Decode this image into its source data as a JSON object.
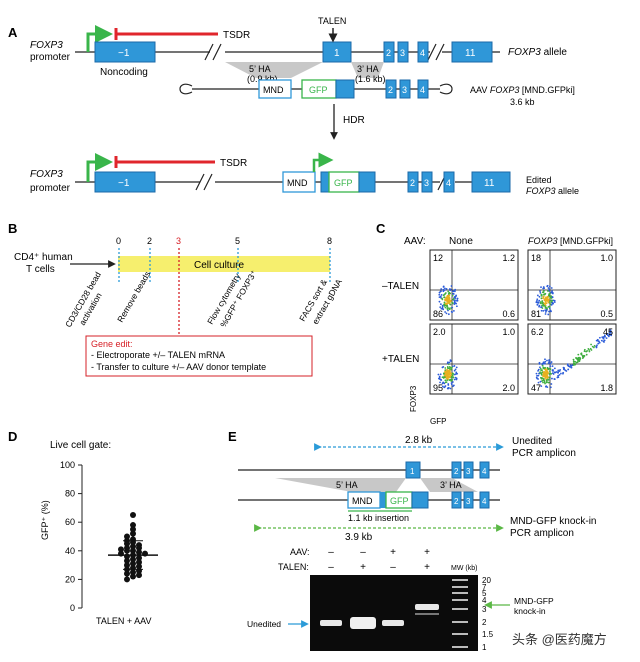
{
  "panels": {
    "a": "A",
    "b": "B",
    "c": "C",
    "d": "D",
    "e": "E"
  },
  "colors": {
    "exon": "#2f97d8",
    "exon_dark": "#1b6aa8",
    "tsdr": "#e0262c",
    "arrow": "#39b54a",
    "culture": "#f6ef6e",
    "red": "#d62027",
    "blue": "#2b9bd8",
    "green": "#5bb846",
    "gray": "#c8c8c8"
  },
  "panelA": {
    "foxp3": "FOXP3",
    "promoter": "promoter",
    "tsdr": "TSDR",
    "talen": "TALEN",
    "exon_minus1": "−1",
    "exon1": "1",
    "exon2": "2",
    "exon3": "3",
    "exon4": "4",
    "exon11": "11",
    "allele_gene": "FOXP3",
    "allele_word": " allele",
    "noncoding": "Noncoding",
    "ha5_label": "5’ HA",
    "ha5_size": "(0.9 kb)",
    "ha3_label": "3’ HA",
    "ha3_size": "(1.6 kb)",
    "mnd": "MND",
    "gfp": "GFP",
    "aav_prefix": "AAV ",
    "aav_gene": "FOXP3",
    "aav_suffix": " [MND.GFPki]",
    "aav_size": "3.6 kb",
    "hdr": "HDR",
    "edited_word": "Edited",
    "edited_gene": "FOXP3",
    "edited_allele": " allele"
  },
  "panelB": {
    "cd4_1": "CD4⁺ human",
    "cd4_2": "T cells",
    "culture": "Cell culture",
    "timepoints": [
      "0",
      "2",
      "3",
      "5",
      "8"
    ],
    "label0_1": "CD3/CD28 bead",
    "label0_2": "activation",
    "label2": "Remove beads",
    "label5_1": "Flow cytometry",
    "label5_2": "%GFP⁺ FOXP3⁺",
    "label8_1": "FACS sort &",
    "label8_2": "extract gDNA",
    "gene_edit": "Gene edit:",
    "step1": "- Electroporate +/– TALEN mRNA",
    "step2": "- Transfer to culture +/– AAV donor template"
  },
  "panelC": {
    "aav": "AAV:",
    "none": "None",
    "donor_gene": "FOXP3",
    "donor_suffix": " [MND.GFPki]",
    "row1": "–TALEN",
    "row2": "+TALEN",
    "ylabel": "FOXP3",
    "xlabel": "GFP",
    "quads": [
      {
        "tl": "12",
        "tr": "1.2",
        "bl": "86",
        "br": "0.6"
      },
      {
        "tl": "18",
        "tr": "1.0",
        "bl": "81",
        "br": "0.5"
      },
      {
        "tl": "2.0",
        "tr": "1.0",
        "bl": "95",
        "br": "2.0"
      },
      {
        "tl": "6.2",
        "tr": "45",
        "bl": "47",
        "br": "1.8"
      }
    ]
  },
  "panelD": {
    "title": "Live cell gate:",
    "ylabel": "GFP⁺ (%)",
    "xlabel": "TALEN + AAV",
    "yticks": [
      "100",
      "80",
      "60",
      "40",
      "20",
      "0"
    ]
  },
  "panelE": {
    "size1": "2.8 kb",
    "unedited_1": "Unedited",
    "unedited_2": "PCR amplicon",
    "exon1": "1",
    "exon2": "2",
    "exon3": "3",
    "exon4": "4",
    "ha5": "5’ HA",
    "ha3": "3’ HA",
    "mnd": "MND",
    "gfp": "GFP",
    "insertion": "1.1 kb insertion",
    "ki_1": "MND-GFP knock-in",
    "ki_2": "PCR amplicon",
    "size2": "3.9 kb",
    "aav": "AAV:",
    "talen": "TALEN:",
    "aav_signs": [
      "–",
      "–",
      "+",
      "+"
    ],
    "talen_signs": [
      "–",
      "+",
      "–",
      "+"
    ],
    "mw": "MW (kb)",
    "mw_ticks": [
      "20",
      "7",
      "5",
      "4",
      "3",
      "2",
      "1.5",
      "1"
    ],
    "unedited": "Unedited",
    "gel_ki_1": "MND-GFP",
    "gel_ki_2": "knock-in"
  },
  "watermark": "头条 @医药魔方",
  "chart_data": {
    "type": "scatter",
    "title": "Live cell gate:",
    "xlabel": "TALEN + AAV",
    "ylabel": "GFP⁺ (%)",
    "ylim": [
      0,
      100
    ],
    "values": [
      65,
      58,
      55,
      52,
      50,
      48,
      47,
      46,
      45,
      44,
      43,
      42,
      42,
      41,
      40,
      40,
      39,
      38,
      38,
      37,
      36,
      35,
      34,
      33,
      32,
      31,
      30,
      29,
      28,
      27,
      26,
      25,
      24,
      23,
      22,
      20
    ],
    "mean": 37,
    "sd_upper": 47,
    "sd_lower": 27
  }
}
